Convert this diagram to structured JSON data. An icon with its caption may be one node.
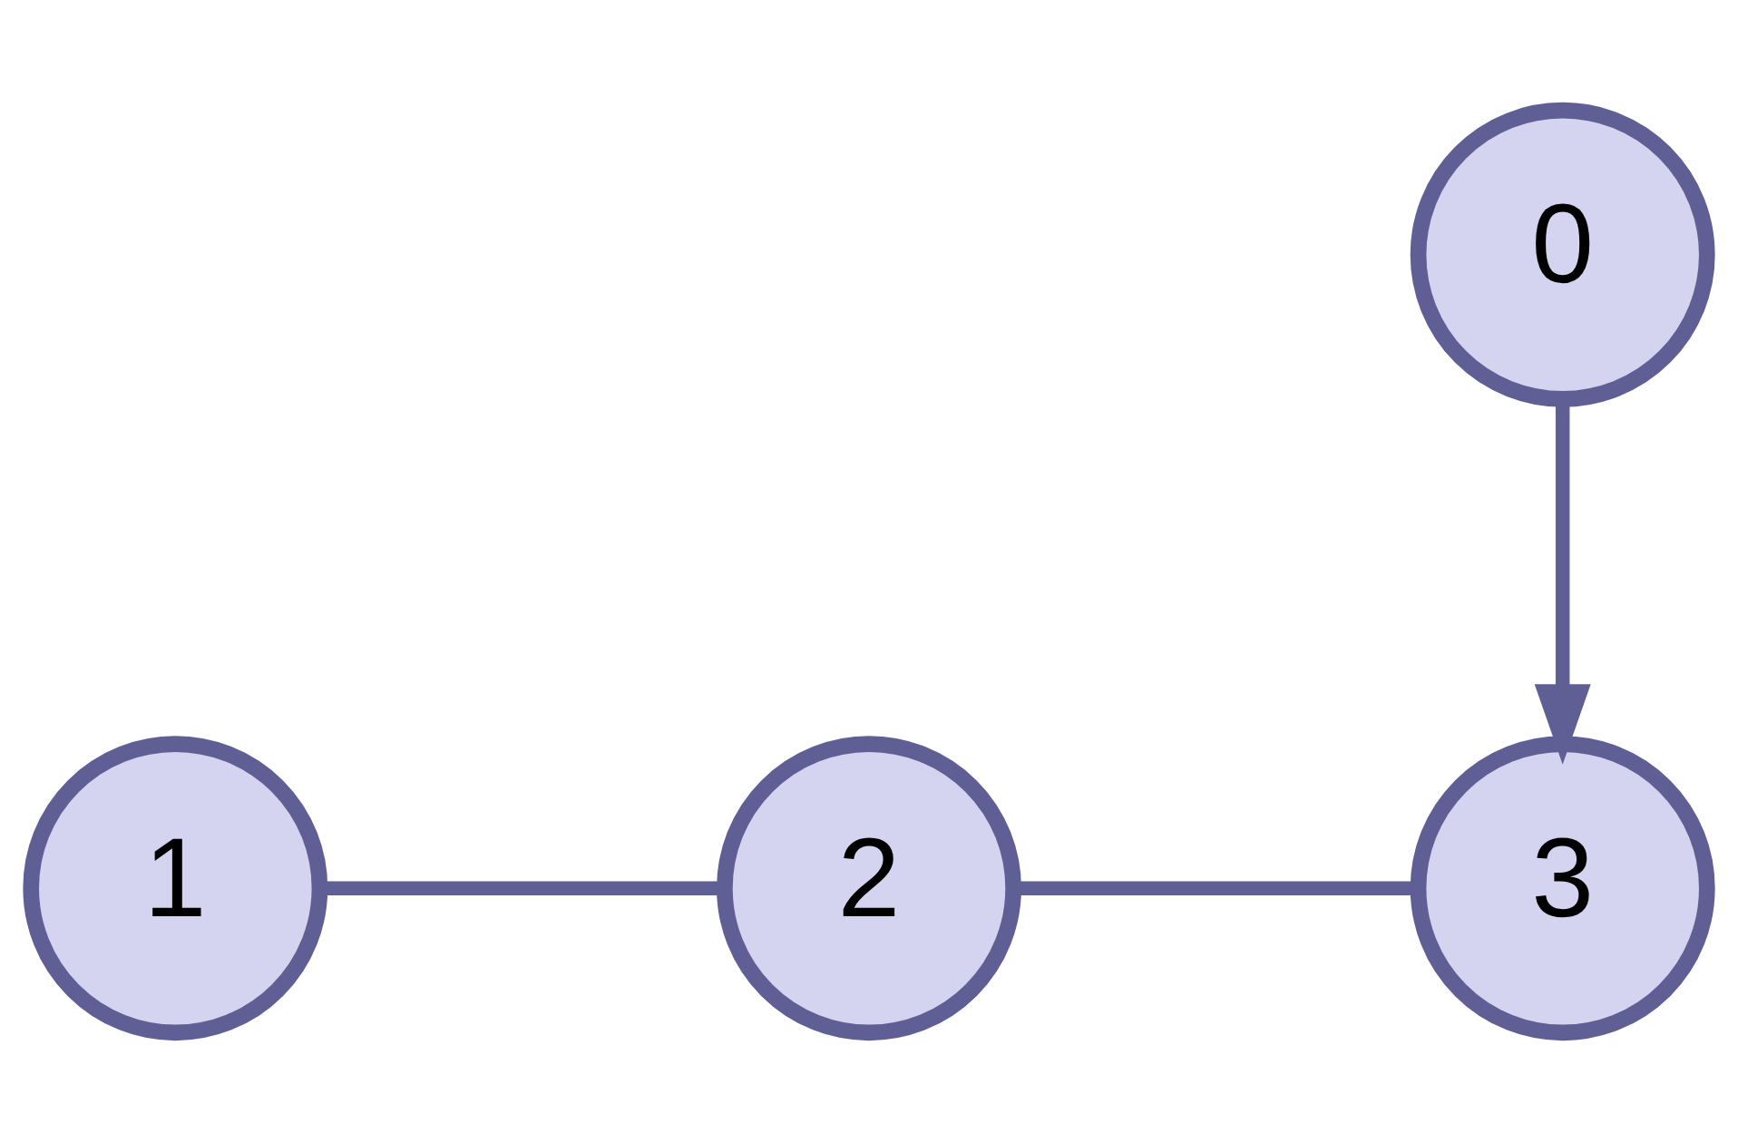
{
  "diagram": {
    "nodes": [
      {
        "text": [
          "0"
        ]
      },
      {
        "text": [
          "1"
        ]
      },
      {
        "text": [
          "2"
        ]
      },
      {
        "text": [
          "3"
        ]
      }
    ],
    "edges": [
      {
        "from": 0,
        "to": 3,
        "arrow": "to"
      },
      {
        "from": 1,
        "to": 2,
        "arrow": "none"
      },
      {
        "from": 2,
        "to": 3,
        "arrow": "none"
      }
    ]
  }
}
